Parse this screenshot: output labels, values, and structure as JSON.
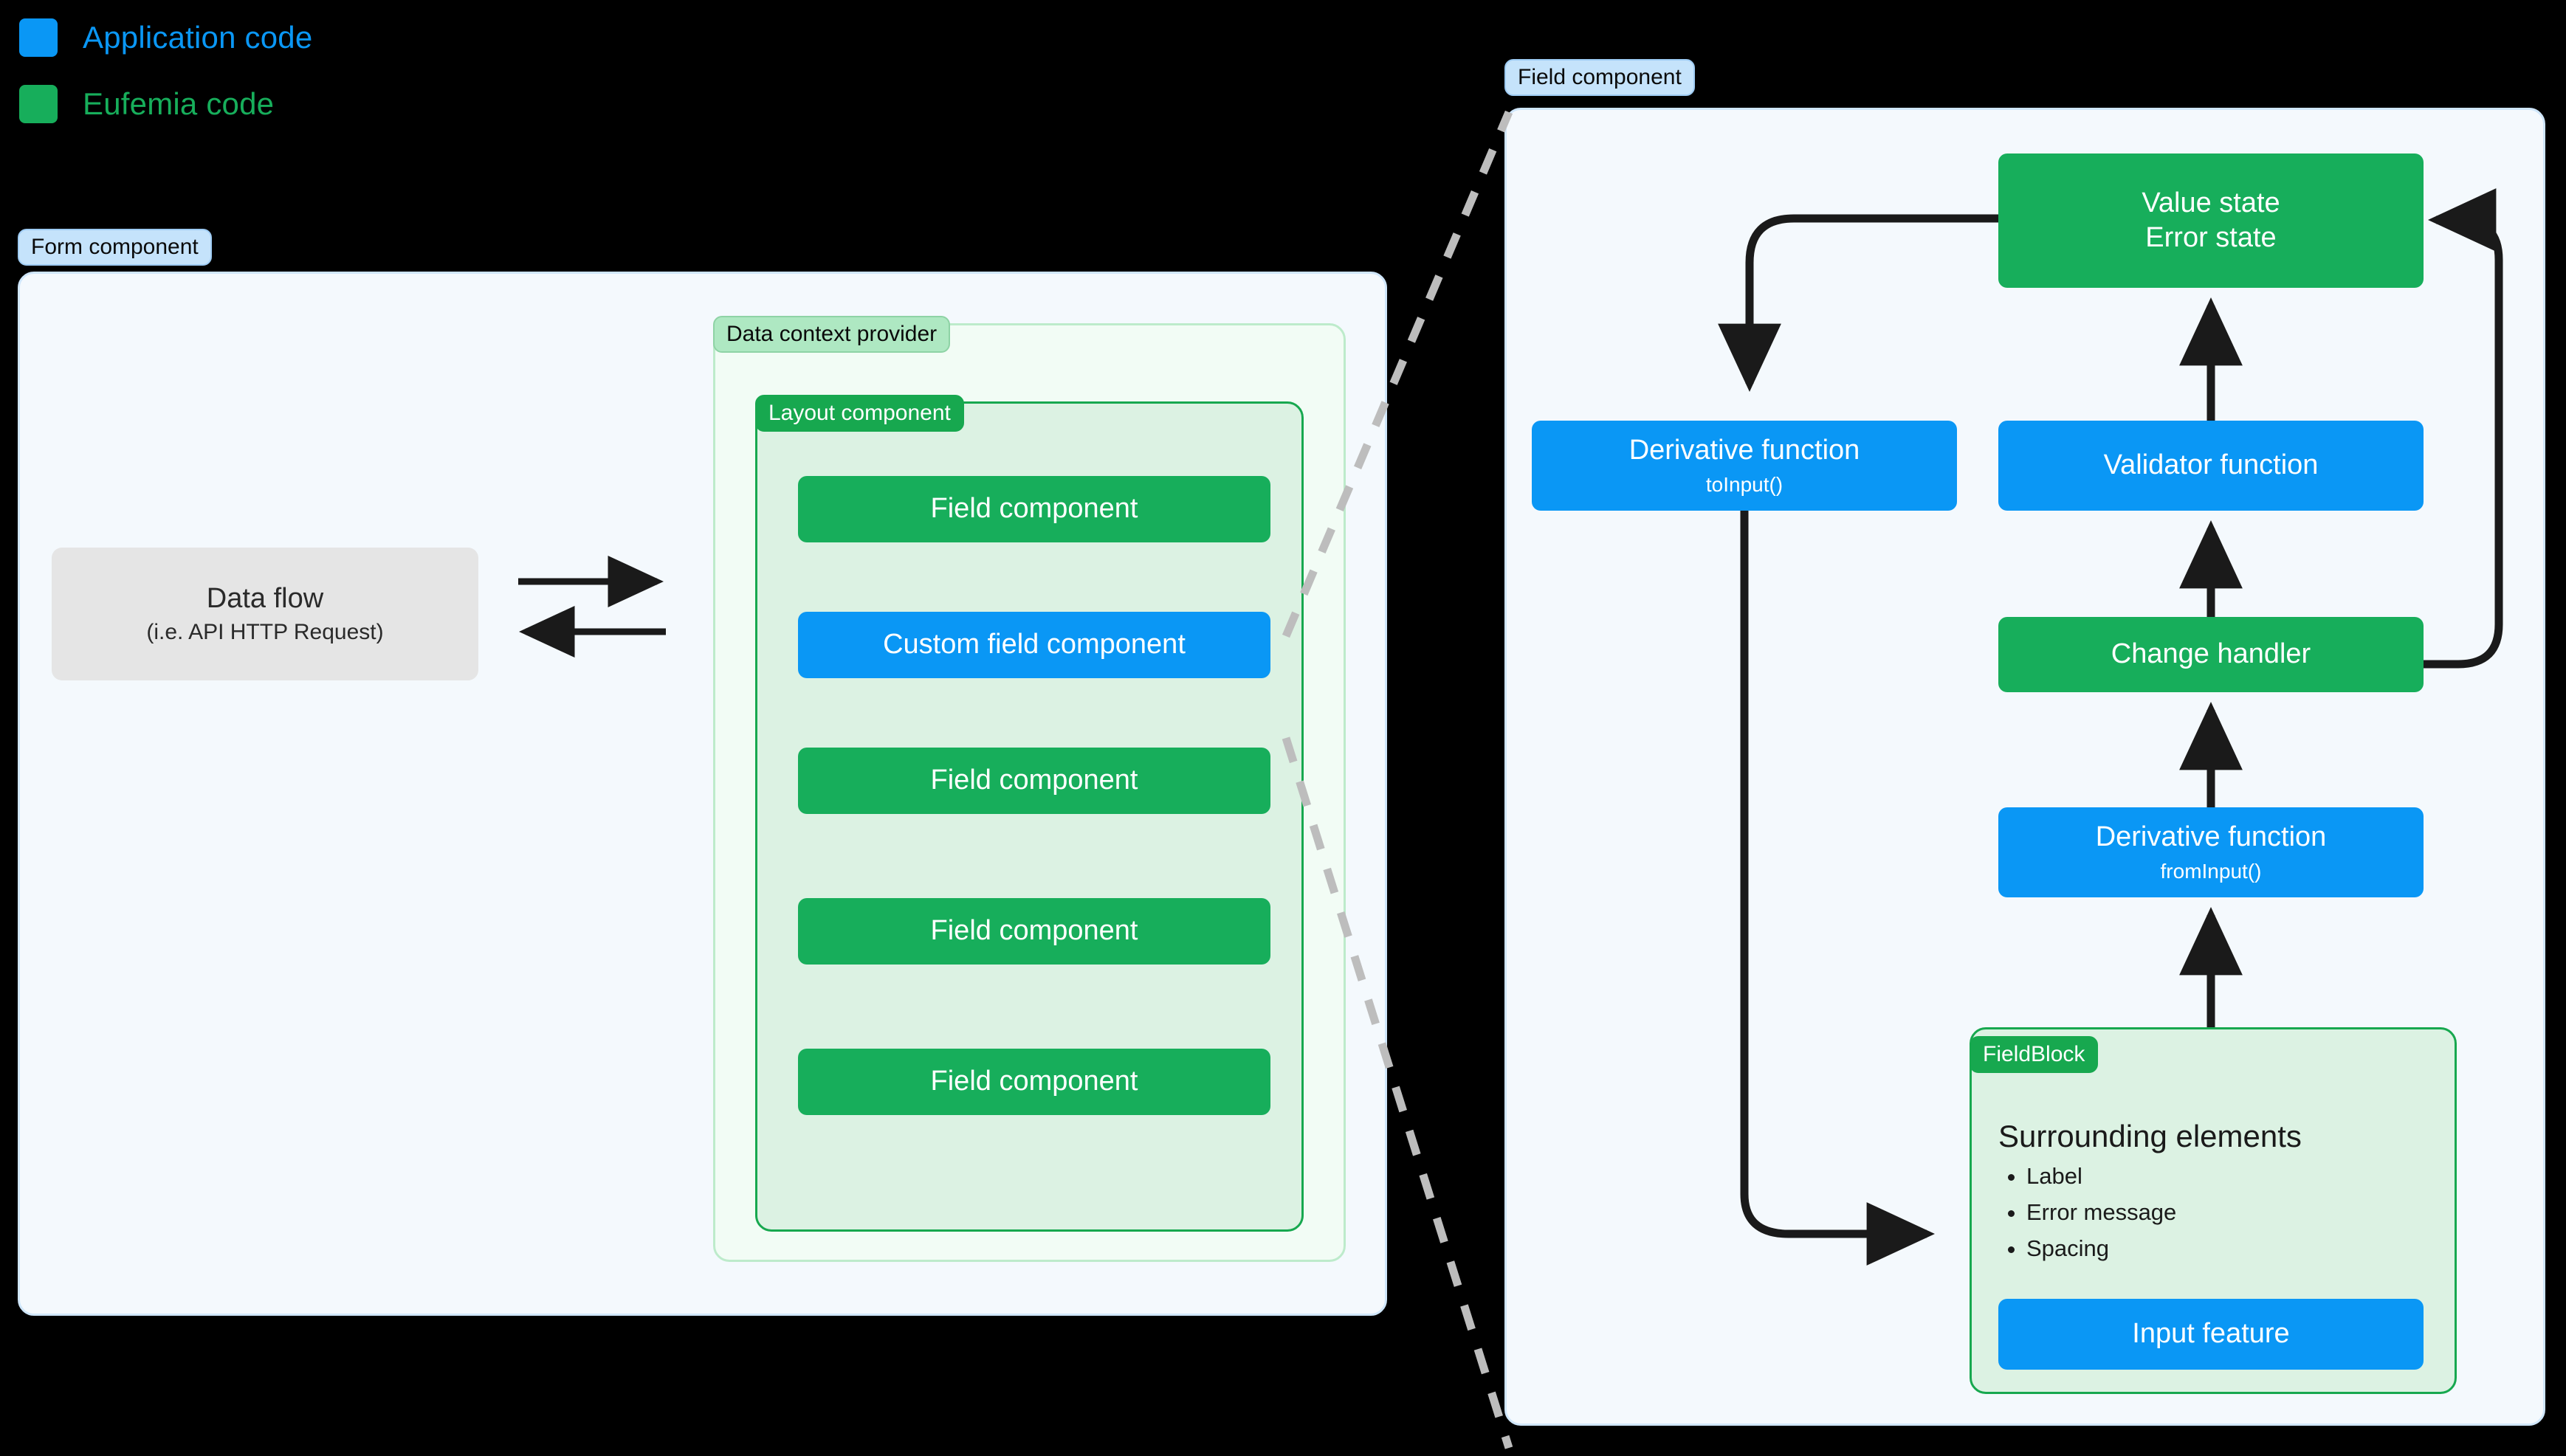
{
  "legend": {
    "items": [
      {
        "label": "Application code",
        "color": "#0A97F5",
        "icon": "blue-square-swatch"
      },
      {
        "label": "Eufemia code",
        "color": "#17AE5B",
        "icon": "green-square-swatch"
      }
    ]
  },
  "form_panel": {
    "tag": "Form component",
    "data_flow": {
      "title": "Data flow",
      "subtitle": "(i.e. API HTTP Request)"
    },
    "arrows": [
      {
        "name": "data-flow-out-arrow",
        "direction": "right"
      },
      {
        "name": "data-flow-in-arrow",
        "direction": "left"
      }
    ],
    "provider": {
      "tag": "Data context provider",
      "layout": {
        "tag": "Layout component",
        "fields": [
          {
            "label": "Field component",
            "kind": "eufemia"
          },
          {
            "label": "Custom field component",
            "kind": "application"
          },
          {
            "label": "Field component",
            "kind": "eufemia"
          },
          {
            "label": "Field component",
            "kind": "eufemia"
          },
          {
            "label": "Field component",
            "kind": "eufemia"
          }
        ]
      }
    }
  },
  "field_panel": {
    "tag": "Field component",
    "nodes": {
      "value_state": {
        "line1": "Value state",
        "line2": "Error state",
        "kind": "eufemia"
      },
      "to_input": {
        "title": "Derivative function",
        "sub": "toInput()",
        "kind": "application"
      },
      "validator": {
        "title": "Validator function",
        "kind": "application"
      },
      "change_handler": {
        "title": "Change handler",
        "kind": "eufemia"
      },
      "from_input": {
        "title": "Derivative function",
        "sub": "fromInput()",
        "kind": "application"
      },
      "input_feature": {
        "title": "Input feature",
        "kind": "application"
      }
    },
    "fieldblock": {
      "tag": "FieldBlock",
      "heading": "Surrounding elements",
      "items": [
        "Label",
        "Error message",
        "Spacing"
      ]
    }
  },
  "colors": {
    "application": "#0A97F5",
    "eufemia": "#17AE5B",
    "panel_bg": "#F4F9FD",
    "panel_border": "#CFE6FA",
    "provider_bg": "#F2FCF5",
    "provider_border": "#BDEBCB",
    "layout_bg": "#DCF2E3",
    "layout_border": "#17A84F",
    "grey_node": "#E5E5E5",
    "arrow": "#1A1A1A",
    "dashed": "#BDBDBD",
    "background": "#000000"
  }
}
